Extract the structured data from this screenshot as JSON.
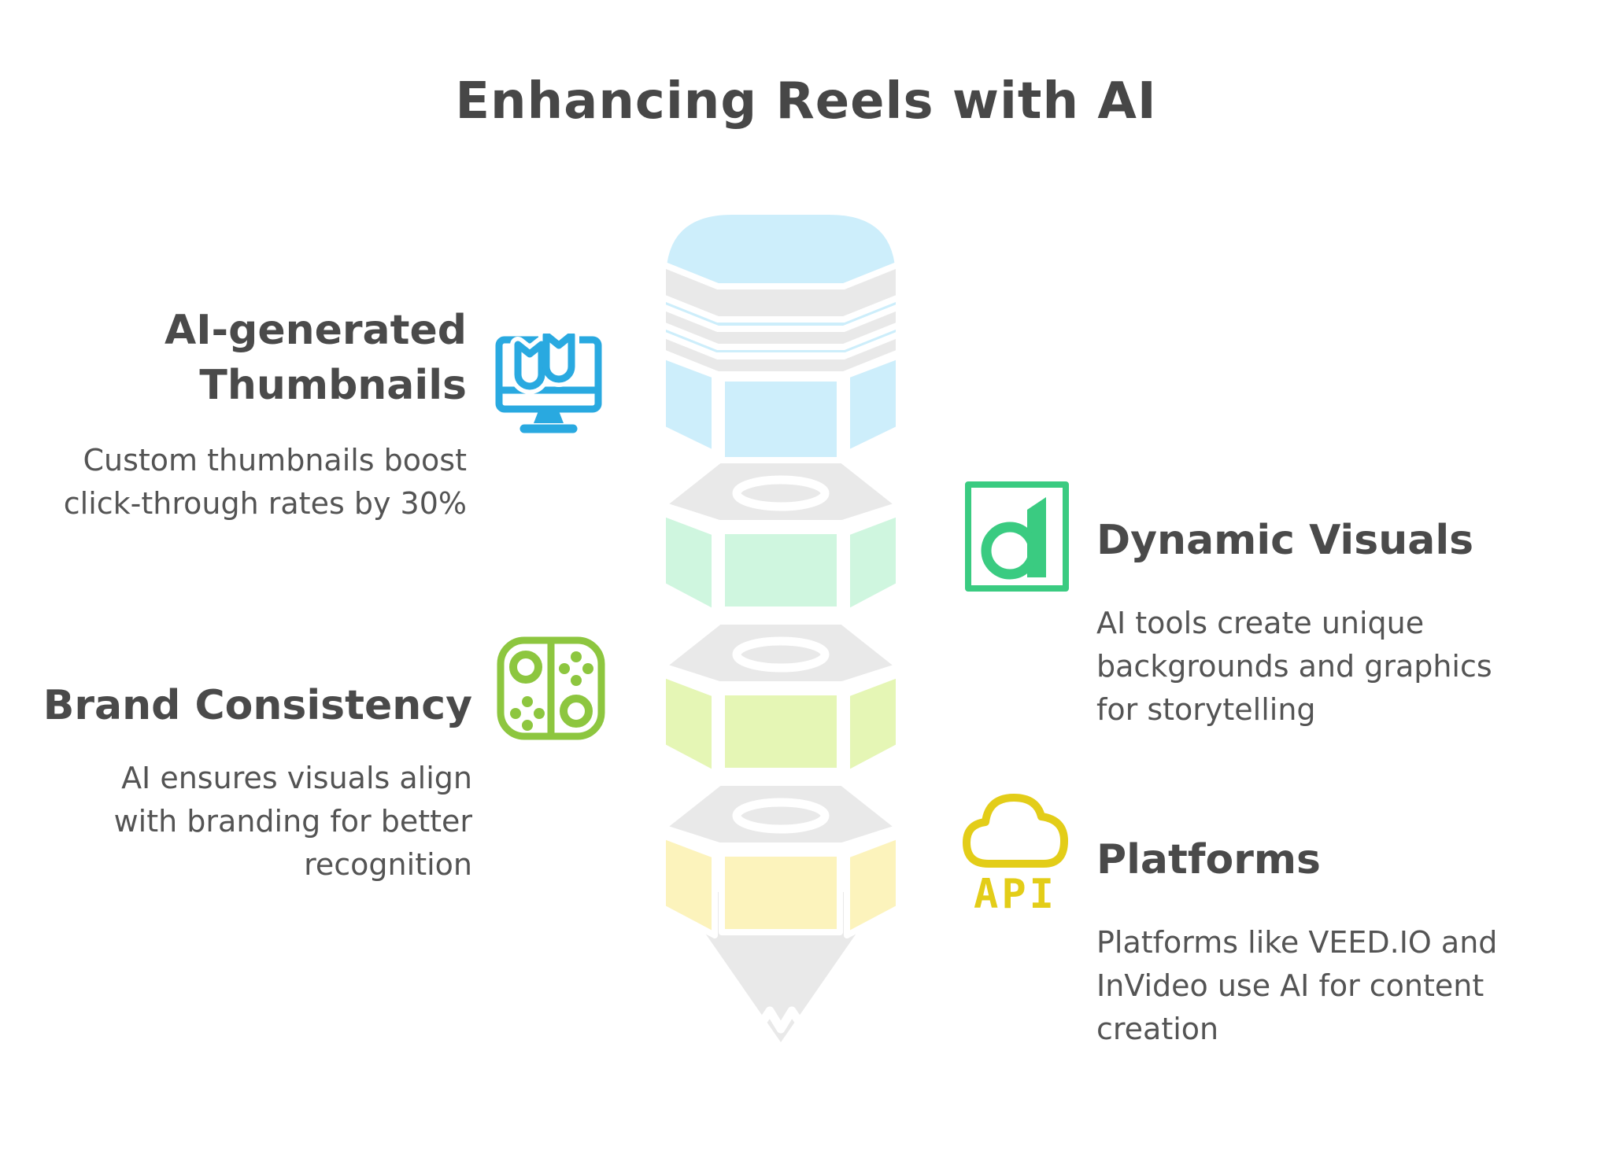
{
  "title": "Enhancing Reels with AI",
  "colors": {
    "heading_text": "#4A4A4A",
    "body_text": "#545454",
    "icon_blue": "#29A9E0",
    "icon_green": "#3ACB81",
    "icon_lime_green": "#8DC63F",
    "icon_yellow": "#E3CD18",
    "pencil_blue": "#CDEEFB",
    "pencil_gray": "#E9E9E9",
    "pencil_mint": "#CFF6DF",
    "pencil_lime": "#E5F6B5",
    "pencil_yellow": "#FCF3BC"
  },
  "figure": {
    "name": "pencil-funnel-of-stacked-hex-nuts",
    "layer_colors_top_to_bottom": [
      "#CDEEFB",
      "#CFF6DF",
      "#E5F6B5",
      "#FCF3BC"
    ]
  },
  "sections": [
    {
      "id": "ai-generated-thumbnails",
      "heading_lines": [
        "AI-generated",
        "Thumbnails"
      ],
      "body_lines": [
        "Custom thumbnails boost",
        "click-through rates by 30%"
      ],
      "icon": "monitor-thumbnails-icon"
    },
    {
      "id": "dynamic-visuals",
      "heading_lines": [
        "Dynamic Visuals"
      ],
      "body_lines": [
        "AI tools create unique",
        "backgrounds and graphics",
        "for storytelling"
      ],
      "icon": "d-logo-icon"
    },
    {
      "id": "brand-consistency",
      "heading_lines": [
        "Brand Consistency"
      ],
      "body_lines": [
        "AI ensures visuals align",
        "with branding for better",
        "recognition"
      ],
      "icon": "game-controller-icon"
    },
    {
      "id": "platforms",
      "heading_lines": [
        "Platforms"
      ],
      "body_lines": [
        "Platforms like VEED.IO and",
        "InVideo use AI for content",
        "creation"
      ],
      "icon": "cloud-api-icon",
      "icon_label": "API"
    }
  ]
}
